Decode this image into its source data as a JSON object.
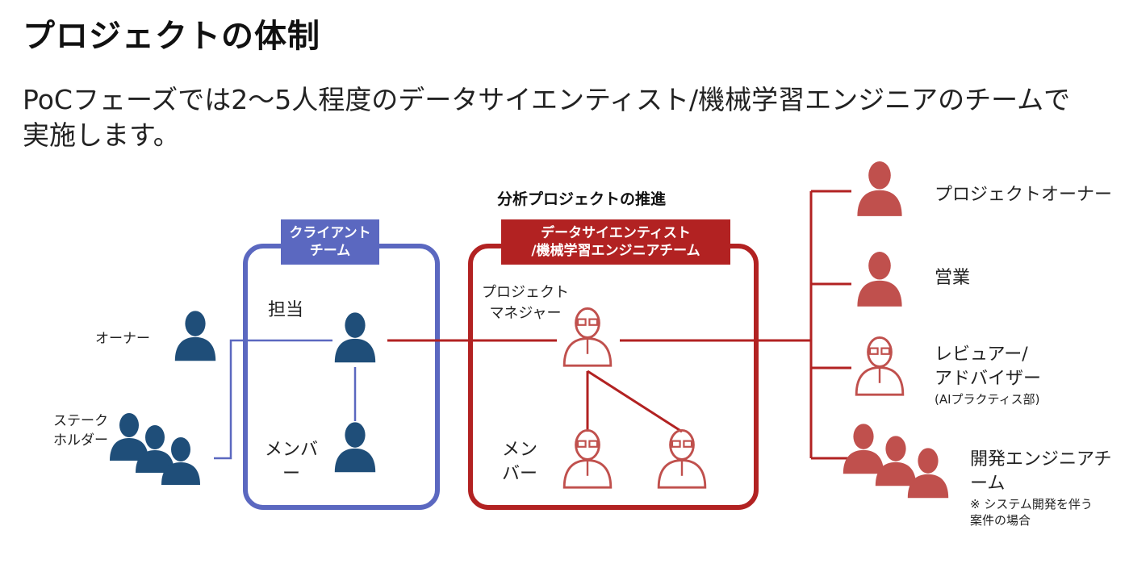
{
  "title": "プロジェクトの体制",
  "subtitle": "PoCフェーズでは2～5人程度のデータサイエンティスト/機械学習エンジニアのチームで実施します。",
  "colors": {
    "blue": "#5B68C0",
    "navy": "#1F4E79",
    "red": "#B22222",
    "person_red": "#C0504D"
  },
  "left": {
    "owner": "オーナー",
    "stakeholder_line1": "ステーク",
    "stakeholder_line2": "ホルダー"
  },
  "client_team": {
    "tag_line1": "クライアント",
    "tag_line2": "チーム",
    "tantou": "担当",
    "member_line1": "メンバ",
    "member_line2": "ー"
  },
  "ds_team": {
    "header": "分析プロジェクトの推進",
    "tag_line1": "データサイエンティスト",
    "tag_line2": "/機械学習エンジニアチーム",
    "pm_line1": "プロジェクト",
    "pm_line2": "マネジャー",
    "member_line1": "メン",
    "member_line2": "バー"
  },
  "right": {
    "project_owner": "プロジェクトオーナー",
    "sales": "営業",
    "reviewer_line1": "レビュアー/",
    "reviewer_line2": "アドバイザー",
    "reviewer_note": "(AIプラクティス部)",
    "dev_line1": "開発エンジニアチ",
    "dev_line2": "ーム",
    "dev_note1": "※ システム開発を伴う",
    "dev_note2": "案件の場合"
  }
}
